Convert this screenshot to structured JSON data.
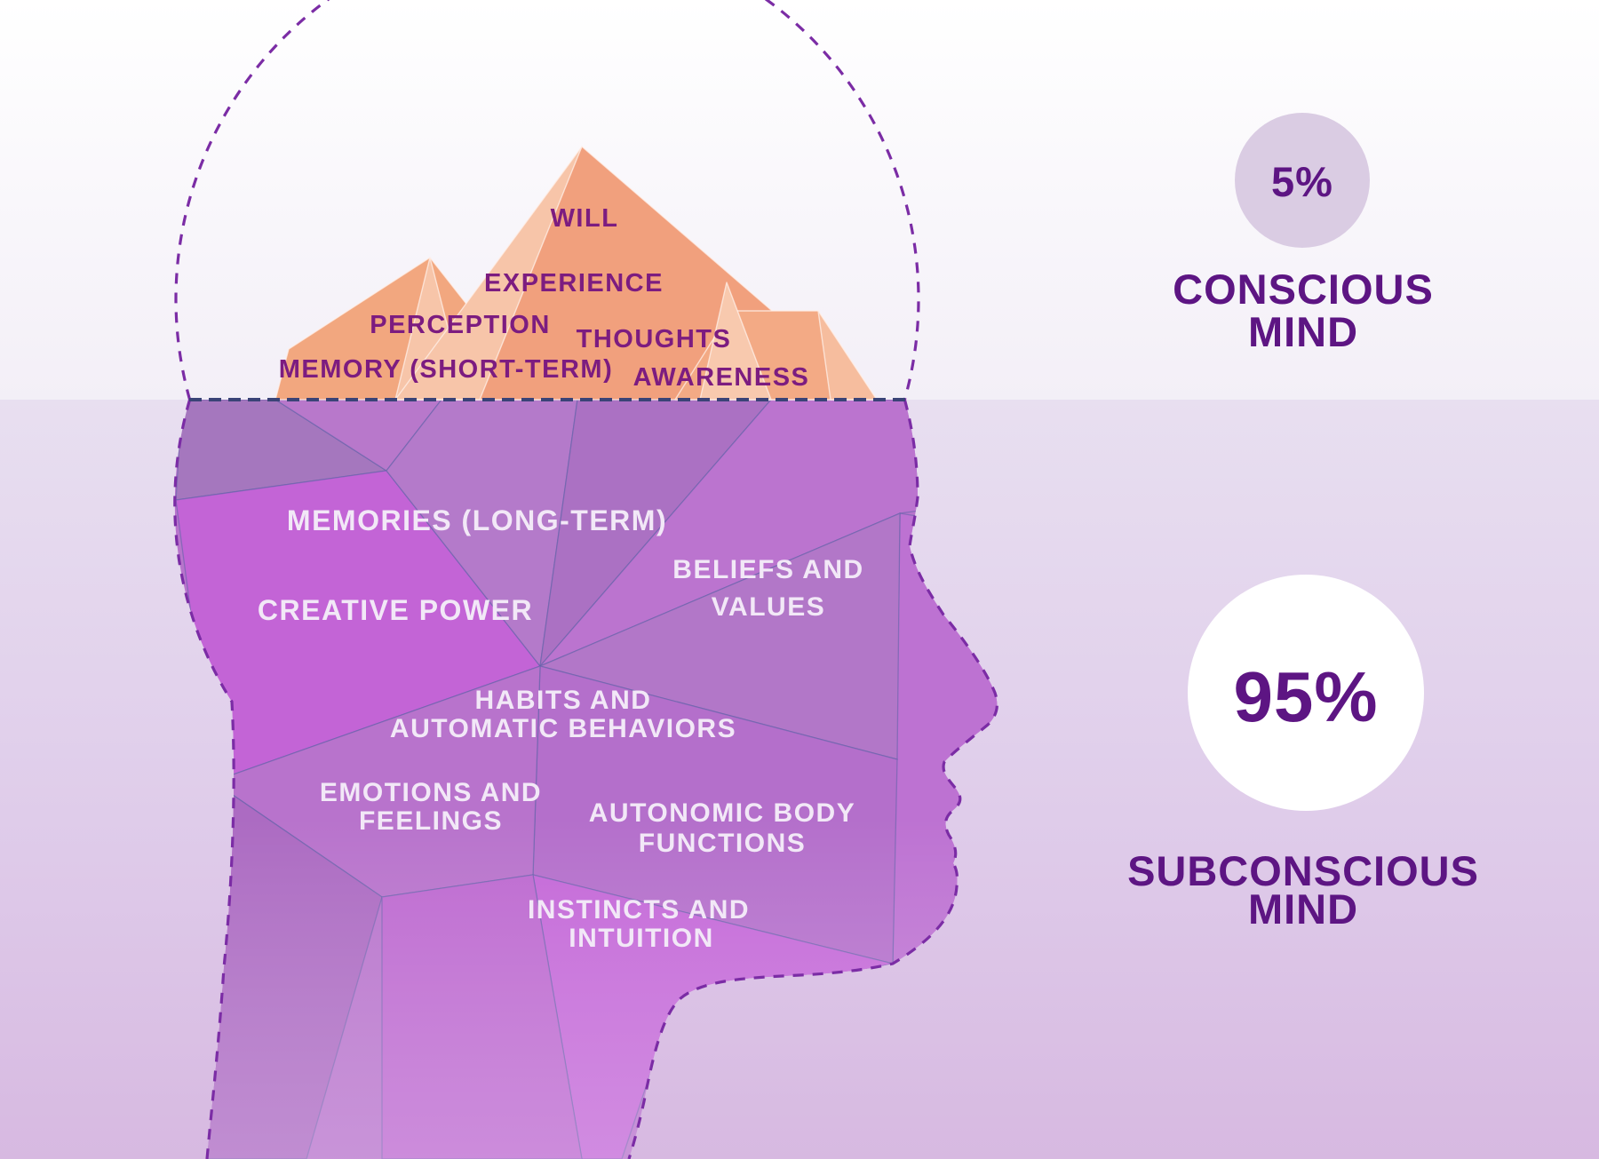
{
  "conscious": {
    "percent": "5%",
    "title_lines": [
      "CONSCIOUS",
      "MIND"
    ],
    "items": [
      "WILL",
      "EXPERIENCE",
      "PERCEPTION",
      "THOUGHTS",
      "MEMORY (SHORT-TERM)",
      "AWARENESS"
    ]
  },
  "subconscious": {
    "percent": "95%",
    "title_lines": [
      "SUBCONSCIOUS",
      "MIND"
    ],
    "items": [
      {
        "lines": [
          "MEMORIES (LONG-TERM)"
        ]
      },
      {
        "lines": [
          "BELIEFS AND",
          "VALUES"
        ]
      },
      {
        "lines": [
          "CREATIVE POWER"
        ]
      },
      {
        "lines": [
          "HABITS AND",
          "AUTOMATIC BEHAVIORS"
        ]
      },
      {
        "lines": [
          "EMOTIONS AND",
          "FEELINGS"
        ]
      },
      {
        "lines": [
          "AUTONOMIC BODY",
          "FUNCTIONS"
        ]
      },
      {
        "lines": [
          "INSTINCTS AND",
          "INTUITION"
        ]
      }
    ]
  },
  "colors": {
    "iceberg_orange": "#F1A07D",
    "iceberg_orange_pale": "#F7C5A9",
    "iceberg_purple": "#BC74CF",
    "heading_purple": "#5D1583",
    "label_on_orange": "#7C1C80",
    "label_on_purple": "#F2E8F7",
    "small_circle_fill": "#DACCE3",
    "big_circle_fill": "#FFFFFF",
    "waterline_dash": "#3A4377",
    "outline_dash": "#7B2CA5"
  }
}
